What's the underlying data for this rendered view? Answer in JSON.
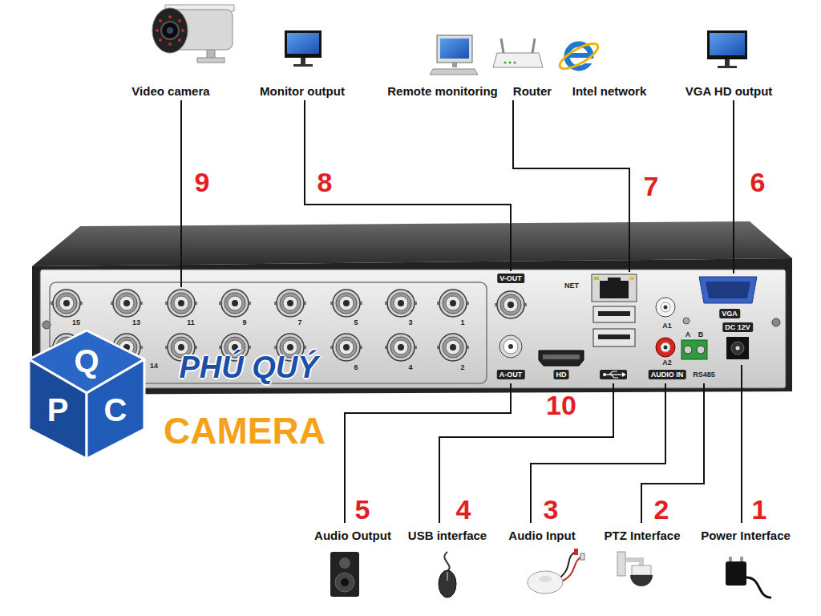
{
  "diagram": {
    "labels": [
      "Video camera",
      "Monitor output",
      "Remote monitoring",
      "Router",
      "Intel network",
      "VGA HD output",
      "9",
      "8",
      "7",
      "6",
      "V-OUT",
      "NET",
      "VGA",
      "15",
      "13",
      "11",
      "9",
      "7",
      "5",
      "3",
      "1",
      "A1",
      "DC 12V",
      "A",
      "B",
      "A2",
      "14",
      "6",
      "4",
      "2",
      "A-OUT",
      "HD",
      "AUDIO IN",
      "RS485",
      "Q",
      "P",
      "C",
      "PHÚ QUÝ",
      "CAMERA",
      "10",
      "5",
      "4",
      "3",
      "2",
      "1",
      "Audio Output",
      "USB interface",
      "Audio Input",
      "PTZ Interface",
      "Power Interface"
    ]
  }
}
